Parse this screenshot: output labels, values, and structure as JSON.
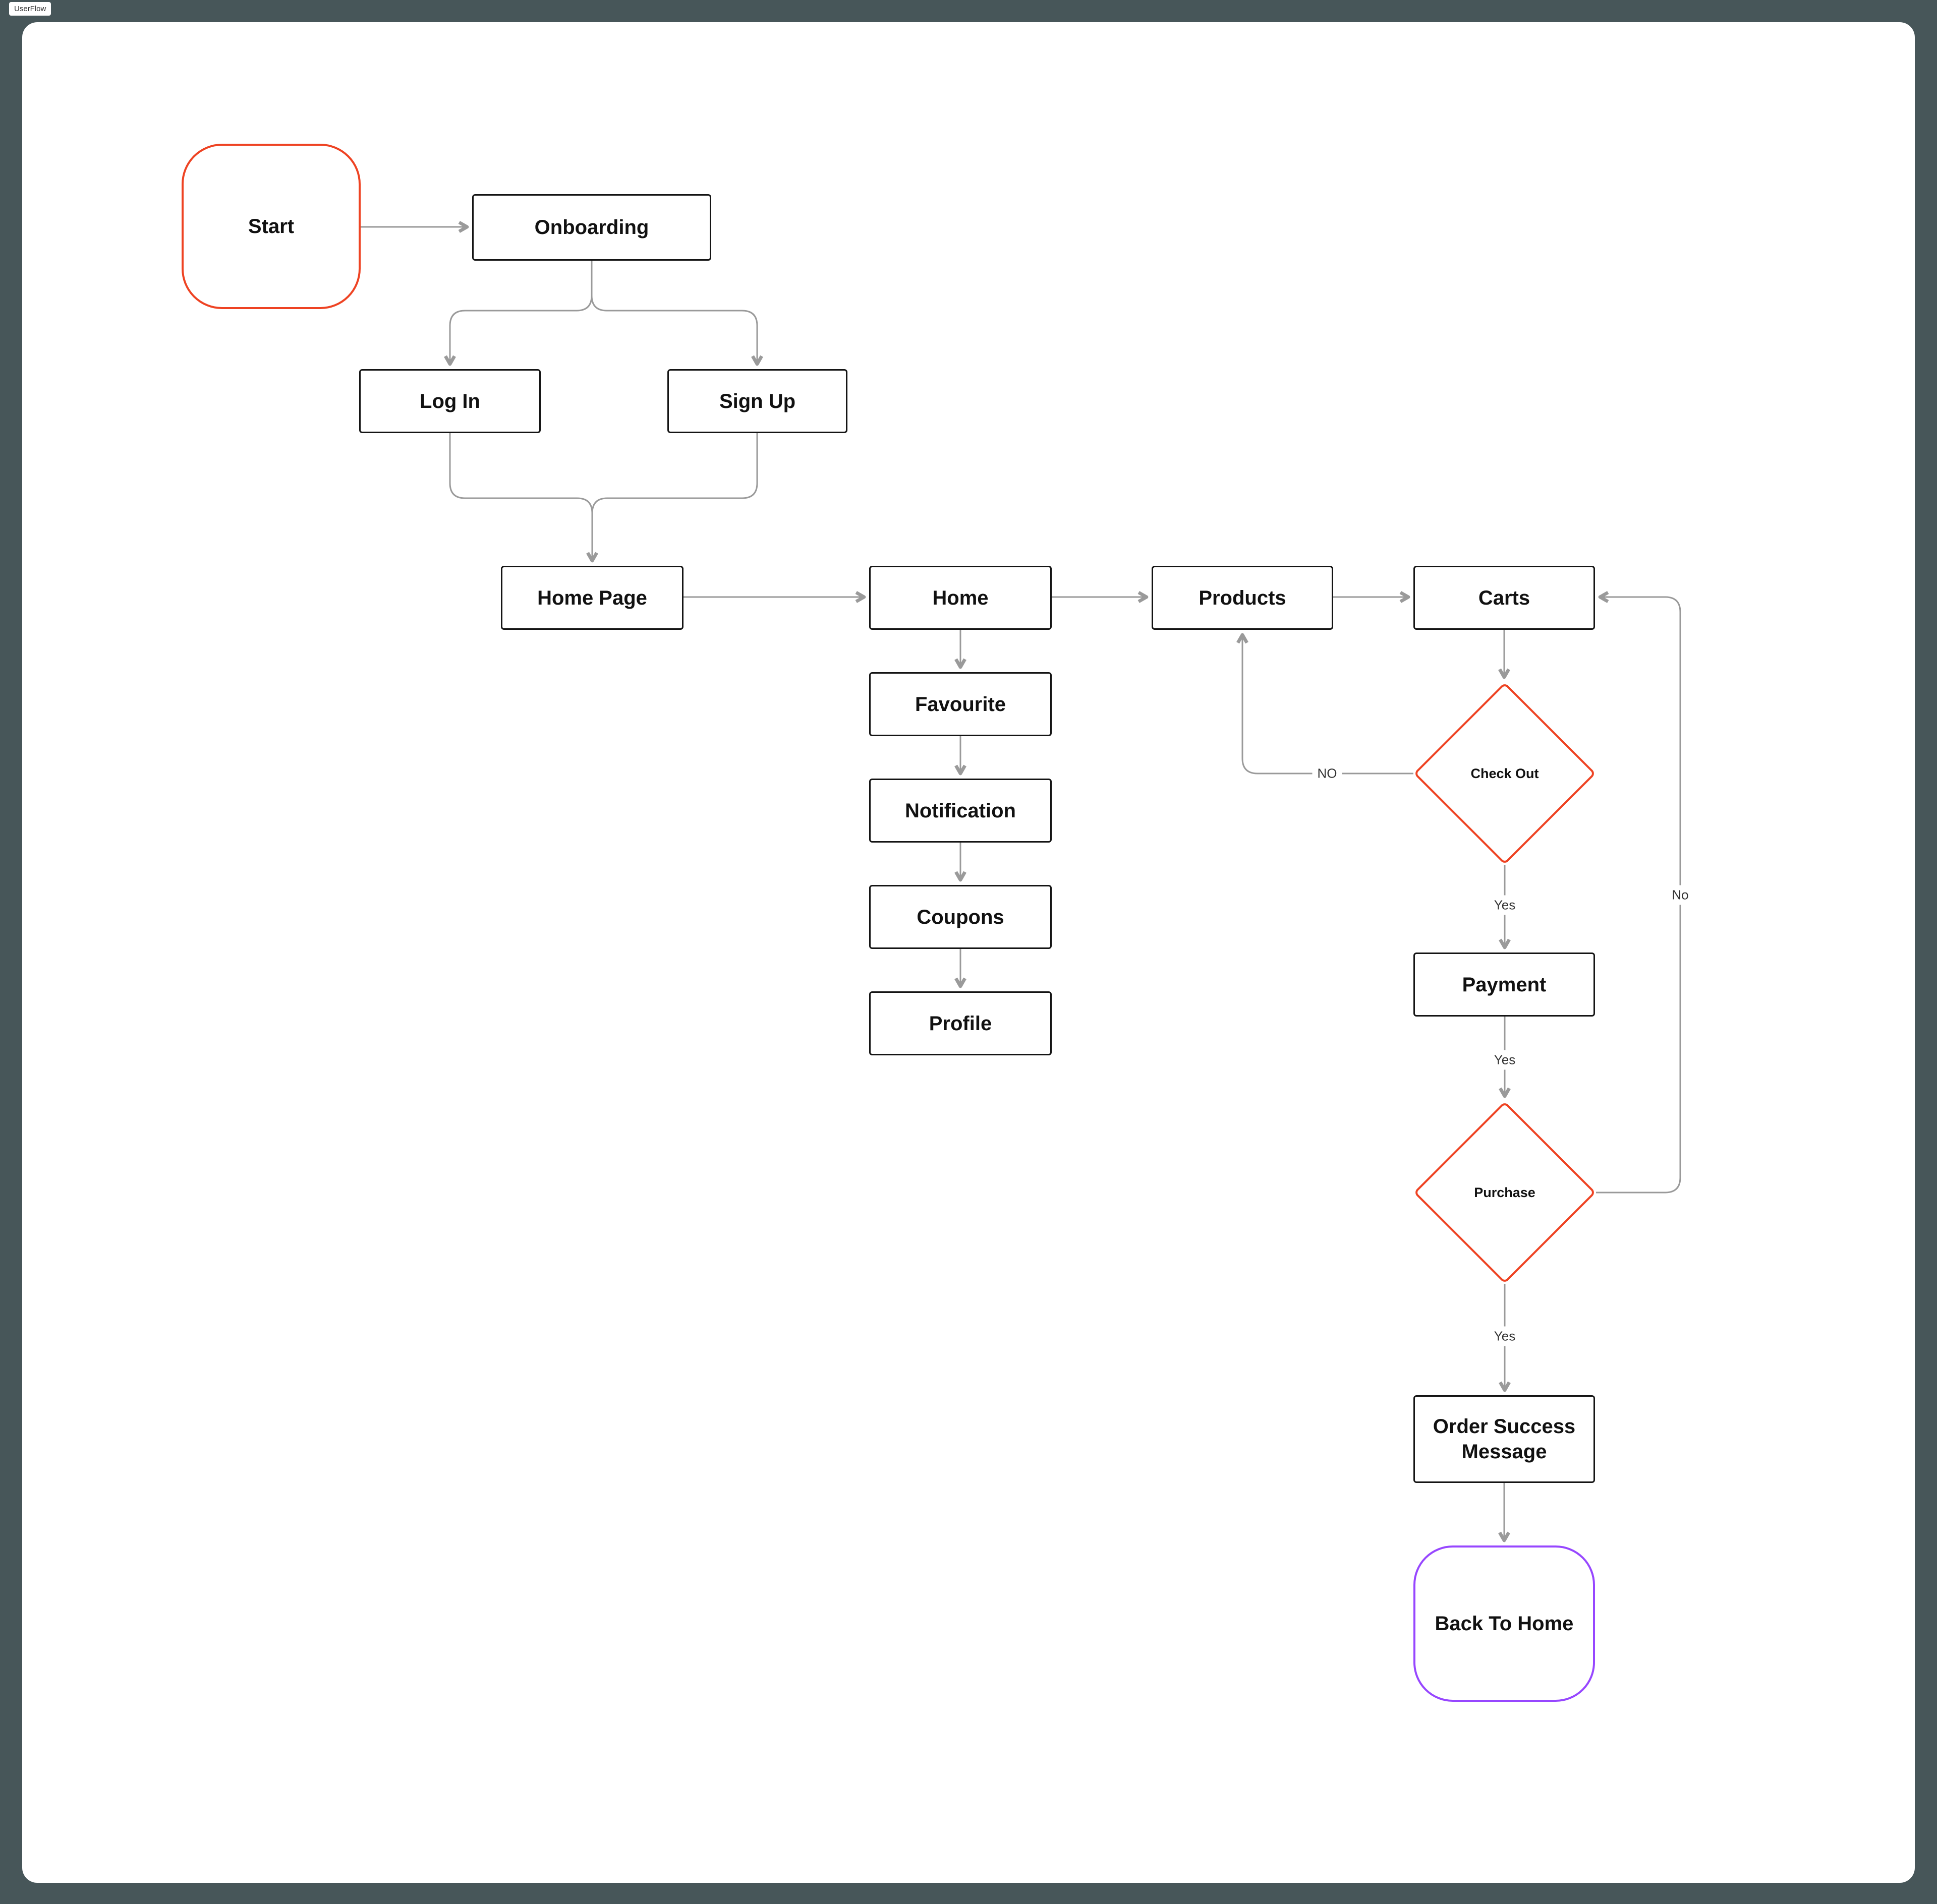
{
  "app": {
    "label": "UserFlow"
  },
  "colors": {
    "background": "#475659",
    "canvas": "#ffffff",
    "node_border": "#141414",
    "accent_red": "#ee4323",
    "accent_purple": "#9747ff",
    "connector": "#9a9a9a"
  },
  "nodes": {
    "start": {
      "label": "Start"
    },
    "onboarding": {
      "label": "Onboarding"
    },
    "login": {
      "label": "Log In"
    },
    "signup": {
      "label": "Sign Up"
    },
    "home_page": {
      "label": "Home Page"
    },
    "home": {
      "label": "Home"
    },
    "products": {
      "label": "Products"
    },
    "carts": {
      "label": "Carts"
    },
    "favourite": {
      "label": "Favourite"
    },
    "notification": {
      "label": "Notification"
    },
    "coupons": {
      "label": "Coupons"
    },
    "profile": {
      "label": "Profile"
    },
    "check_out": {
      "label": "Check Out"
    },
    "payment": {
      "label": "Payment"
    },
    "purchase": {
      "label": "Purchase"
    },
    "order_success": {
      "label": "Order Success Message"
    },
    "back_to_home": {
      "label": "Back To Home"
    }
  },
  "edge_labels": {
    "checkout_no": "NO",
    "checkout_yes": "Yes",
    "payment_yes": "Yes",
    "purchase_yes": "Yes",
    "purchase_no": "No"
  }
}
